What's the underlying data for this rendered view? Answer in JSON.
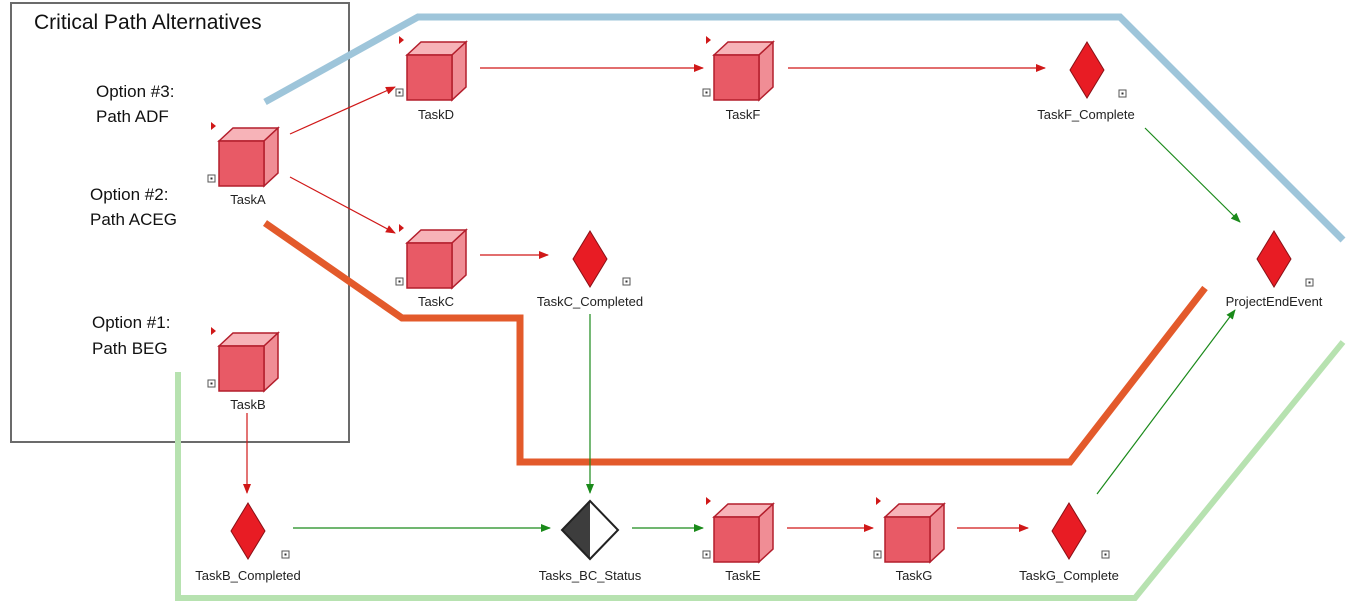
{
  "legend": {
    "title": "Critical Path Alternatives",
    "options": [
      {
        "line1": "Option #3:",
        "line2": "Path ADF",
        "color": "#9ec5da"
      },
      {
        "line1": "Option #2:",
        "line2": "Path ACEG",
        "color": "#e35a2b"
      },
      {
        "line1": "Option #1:",
        "line2": "Path BEG",
        "color": "#b7e2b0"
      }
    ]
  },
  "colors": {
    "task_front": "#e85a66",
    "task_top": "#f7b3b8",
    "task_side": "#f08d95",
    "task_edge": "#b31e2c",
    "event_fill": "#e81c24",
    "control_flow": "#d01818",
    "event_flow": "#1a8a1a",
    "gateway_dark": "#3d3d3d"
  },
  "nodes": {
    "taskA": {
      "label": "TaskA",
      "kind": "task"
    },
    "taskB": {
      "label": "TaskB",
      "kind": "task"
    },
    "taskC": {
      "label": "TaskC",
      "kind": "task"
    },
    "taskD": {
      "label": "TaskD",
      "kind": "task"
    },
    "taskE": {
      "label": "TaskE",
      "kind": "task"
    },
    "taskF": {
      "label": "TaskF",
      "kind": "task"
    },
    "taskG": {
      "label": "TaskG",
      "kind": "task"
    },
    "taskB_completed": {
      "label": "TaskB_Completed",
      "kind": "event"
    },
    "taskC_completed": {
      "label": "TaskC_Completed",
      "kind": "event"
    },
    "taskF_complete": {
      "label": "TaskF_Complete",
      "kind": "event"
    },
    "taskG_complete": {
      "label": "TaskG_Complete",
      "kind": "event"
    },
    "project_end_event": {
      "label": "ProjectEndEvent",
      "kind": "event"
    },
    "tasks_bc_status": {
      "label": "Tasks_BC_Status",
      "kind": "gateway"
    }
  }
}
